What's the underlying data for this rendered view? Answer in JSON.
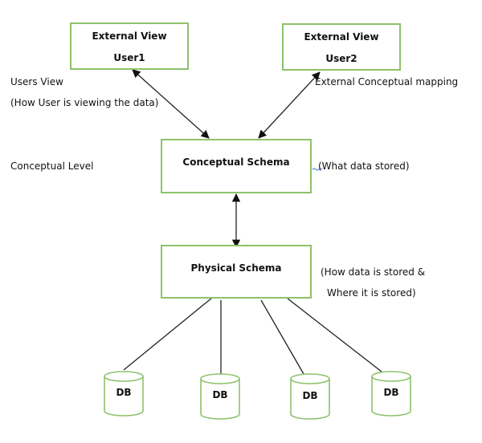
{
  "diagram": {
    "external_views": [
      {
        "title": "External View",
        "user": "User1"
      },
      {
        "title": "External View",
        "user": "User2"
      }
    ],
    "conceptual_schema": {
      "title": "Conceptual Schema"
    },
    "physical_schema": {
      "title": "Physical Schema"
    },
    "databases": [
      {
        "label": "DB"
      },
      {
        "label": "DB"
      },
      {
        "label": "DB"
      },
      {
        "label": "DB"
      }
    ],
    "annotations": {
      "users_view": "Users View",
      "users_view_desc": "(How User is viewing the data)",
      "external_conceptual_mapping": "External Conceptual mapping",
      "conceptual_level": "Conceptual Level",
      "what_data_stored": "(What data stored)",
      "how_data_stored": "(How data is stored &",
      "where_stored": "Where it is stored)"
    },
    "colors": {
      "box_border": "#8dc26a",
      "line": "#222222",
      "squiggle": "#3a6fd8"
    }
  }
}
